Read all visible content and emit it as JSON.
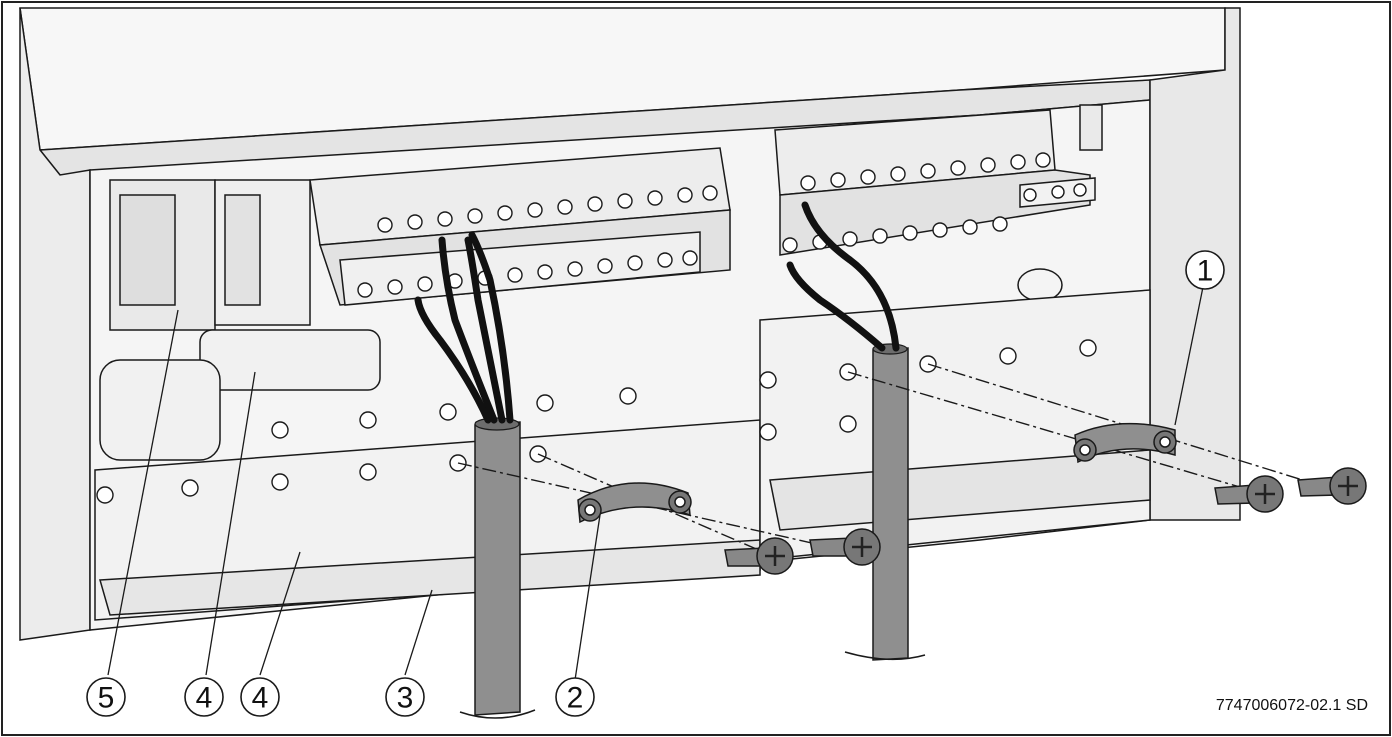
{
  "figure": {
    "code": "7747006072-02.1 SD",
    "callouts": [
      {
        "id": "c1",
        "label": "1"
      },
      {
        "id": "c2",
        "label": "2"
      },
      {
        "id": "c3",
        "label": "3"
      },
      {
        "id": "c4a",
        "label": "4"
      },
      {
        "id": "c4b",
        "label": "4"
      },
      {
        "id": "c5",
        "label": "5"
      }
    ]
  },
  "colors": {
    "line": "#1a1a1a",
    "housing": "#f4f4f4",
    "housing_shade": "#dcdcdc",
    "cable_sheath": "#8f8f8f",
    "screw": "#777777",
    "wire": "#111111"
  }
}
